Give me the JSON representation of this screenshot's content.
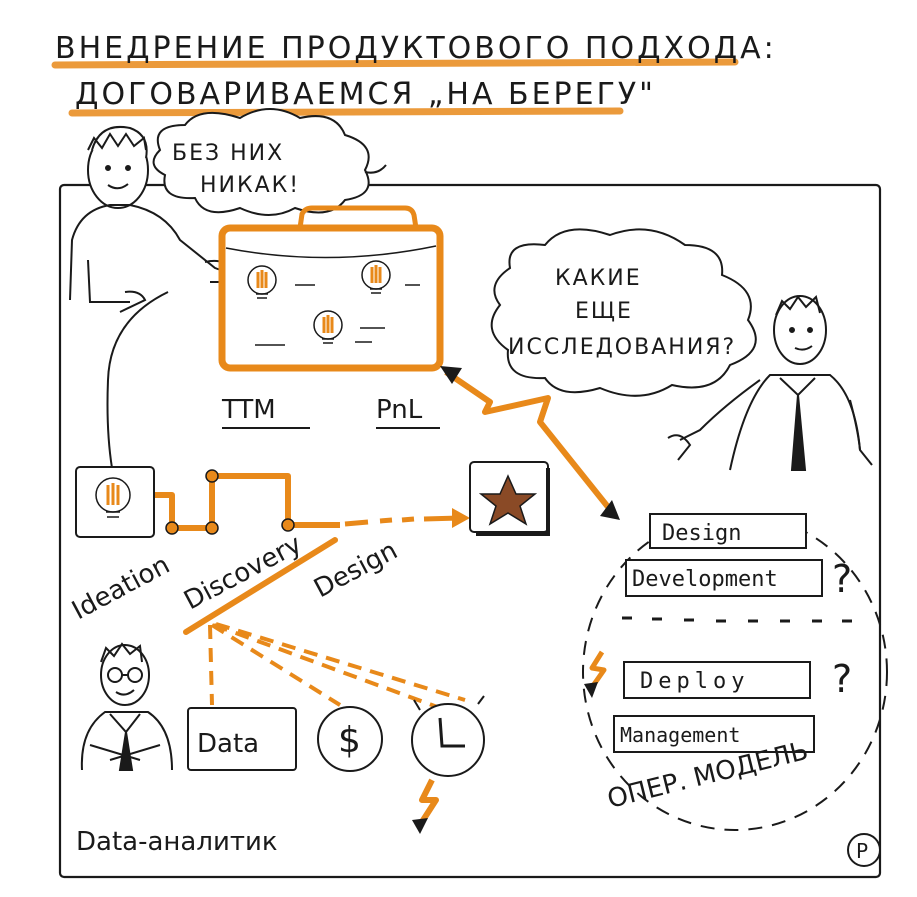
{
  "title": {
    "line1": "ВНЕДРЕНИЕ ПРОДУКТОВОГО ПОДХОДА:",
    "line2": "ДОГОВАРИВАЕМСЯ „НА БЕРЕГУ\""
  },
  "bubbles": {
    "left": [
      "БЕЗ НИХ",
      "НИКАК!"
    ],
    "right": [
      "КАКИЕ",
      "ЕЩЕ",
      "ИССЛЕДОВАНИЯ?"
    ]
  },
  "metrics": {
    "ttm": "TTM",
    "pnl": "PnL"
  },
  "stages": {
    "ideation": "Ideation",
    "discovery": "Discovery",
    "design": "Design"
  },
  "analytics": {
    "data": "Data",
    "dollar": "$",
    "role": "Data-аналитик"
  },
  "op_model": {
    "items": [
      "Design",
      "Development",
      "Deploy",
      "Management"
    ],
    "question_mark": "?",
    "caption": "ОПЕР. МОДЕЛЬ"
  },
  "signature": "Р",
  "colors": {
    "accent": "#e8891a",
    "ink": "#1a1a1a",
    "star": "#8a4a26"
  }
}
